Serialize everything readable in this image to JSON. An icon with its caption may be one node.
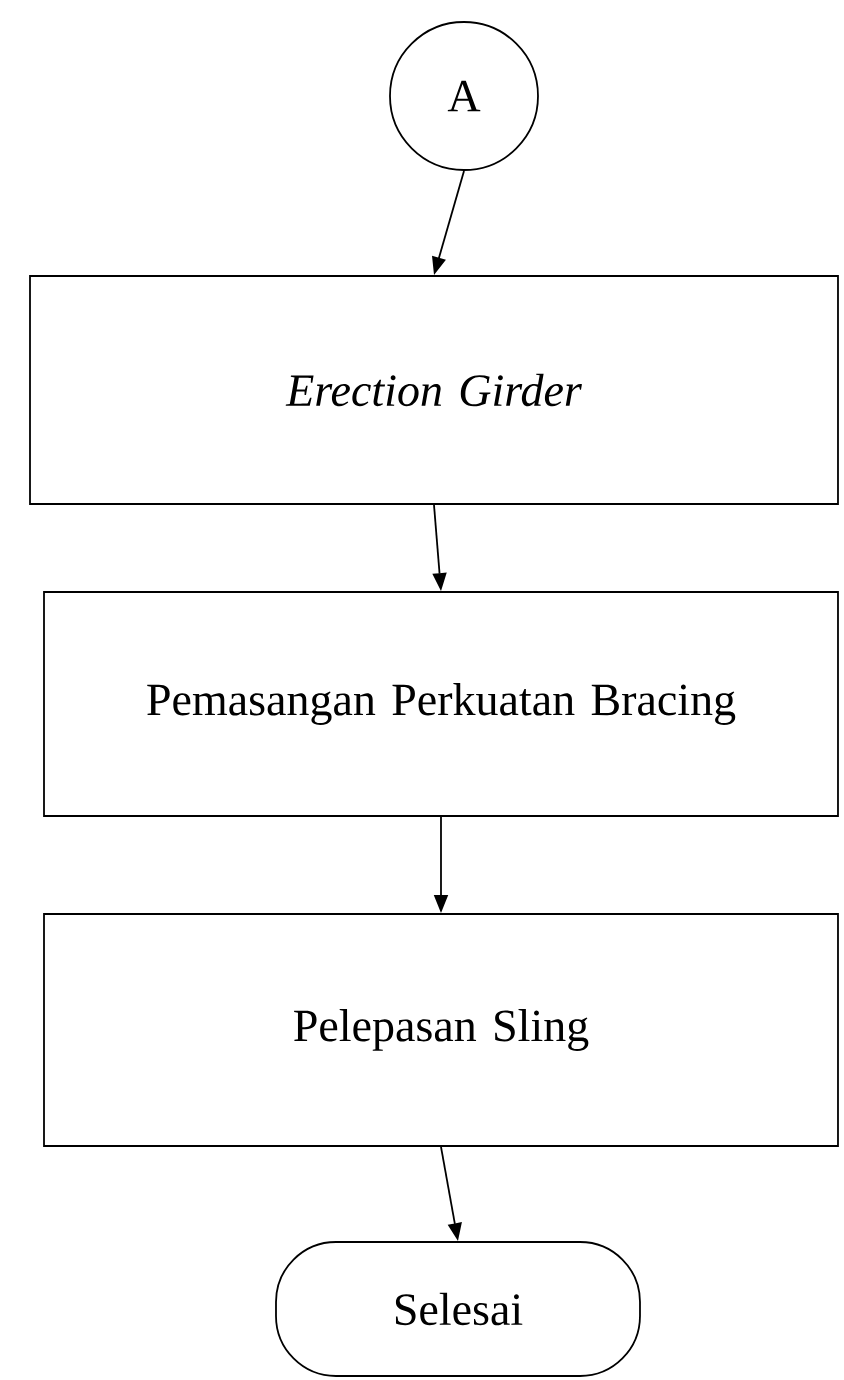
{
  "diagram": {
    "nodes": [
      {
        "text": [
          "A"
        ]
      },
      {
        "text": [
          "Erection Girder"
        ]
      },
      {
        "text": [
          "Pemasangan Perkuatan Bracing"
        ]
      },
      {
        "text": [
          "Pelepasan Sling"
        ]
      },
      {
        "text": [
          "Selesai"
        ]
      }
    ],
    "edges": [
      {
        "from": 0,
        "to": 1,
        "arrow": "to"
      },
      {
        "from": 1,
        "to": 2,
        "arrow": "to"
      },
      {
        "from": 2,
        "to": 3,
        "arrow": "to"
      },
      {
        "from": 3,
        "to": 4,
        "arrow": "to"
      }
    ]
  }
}
